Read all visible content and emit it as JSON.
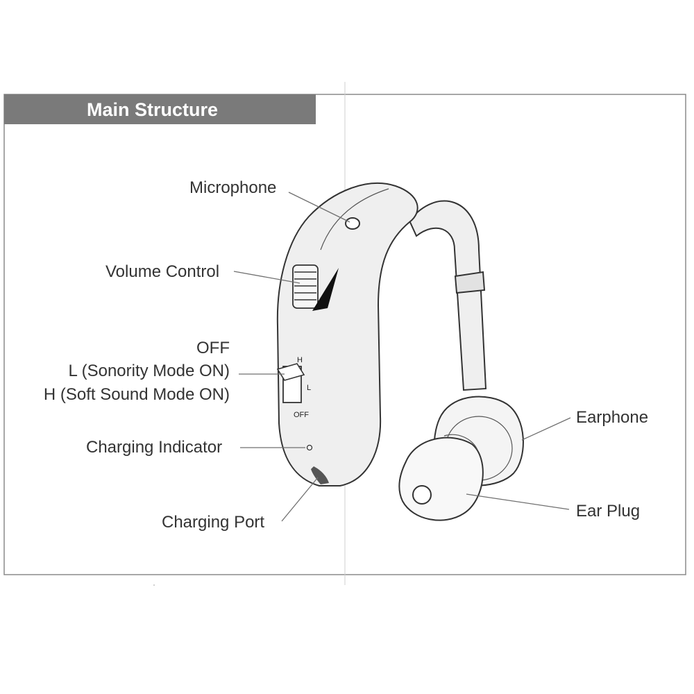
{
  "title": "Main Structure",
  "labels": {
    "microphone": "Microphone",
    "volume_control": "Volume Control",
    "off": "OFF",
    "mode_l": "L (Sonority Mode ON)",
    "mode_h": "H (Soft Sound Mode ON)",
    "charging_indicator": "Charging Indicator",
    "charging_port": "Charging Port",
    "earphone": "Earphone",
    "ear_plug": "Ear Plug"
  },
  "switch_marks": {
    "h": "H",
    "l": "L",
    "off": "OFF"
  },
  "colors": {
    "title_bar": "#7a7a7a",
    "device_fill": "#efefef",
    "line": "#6f6f6f"
  }
}
